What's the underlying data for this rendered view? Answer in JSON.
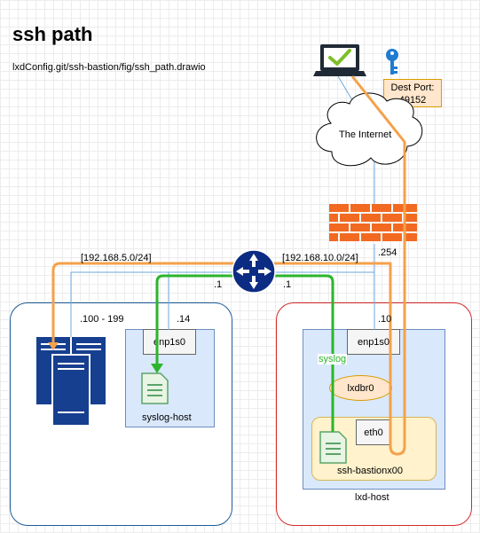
{
  "title": "ssh path",
  "subtitle": "lxdConfig.git/ssh-bastion/fig/ssh_path.drawio",
  "callout": {
    "line1": "Dest Port:",
    "line2": "49152"
  },
  "cloud_label": "The Internet",
  "networks": {
    "left": "[192.168.5.0/24]",
    "right": "[192.168.10.0/24]"
  },
  "addresses": {
    "firewall": ".254",
    "router_left": ".1",
    "router_right": ".1",
    "server_range": ".100 - 199",
    "syslog_host": ".14",
    "lxd_host": ".10"
  },
  "syslog_host": {
    "nic": "enp1s0",
    "name": "syslog-host"
  },
  "lxd_host": {
    "nic": "enp1s0",
    "bridge": "lxdbr0",
    "name": "lxd-host",
    "container": {
      "nic": "eth0",
      "name": "ssh-bastionx00"
    }
  },
  "flow_labels": {
    "syslog": "syslog"
  },
  "colors": {
    "ssh_path": "#f4a14a",
    "syslog_path": "#2cb52c",
    "link": "#6fa8dc",
    "left_region": "#1f5c99",
    "right_region": "#d42a2a",
    "router": "#0c2b83",
    "firewall": "#f26a21",
    "key": "#1e7bd0"
  },
  "icons": [
    "laptop-icon",
    "key-icon",
    "cloud-icon",
    "firewall-icon",
    "router-icon",
    "server-rack-icon",
    "syslog-document-icon"
  ]
}
